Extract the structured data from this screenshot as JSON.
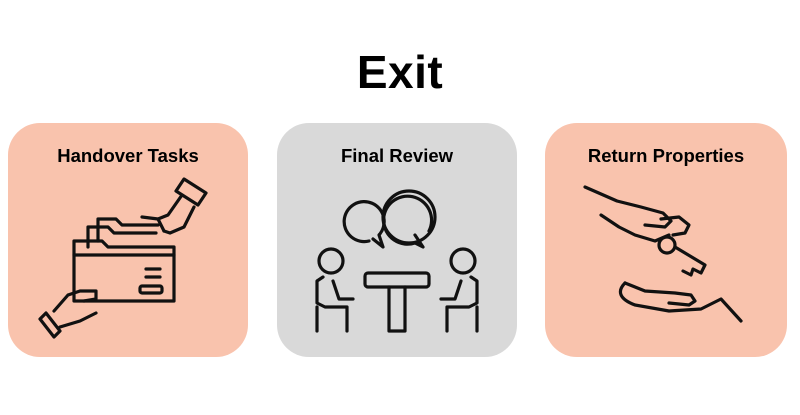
{
  "title": "Exit",
  "colors": {
    "peach": "#f9c3ad",
    "gray": "#d9d9d9",
    "text": "#000000"
  },
  "steps": [
    {
      "label": "Handover Tasks",
      "icon": "folder-handover-icon",
      "color": "#f9c3ad"
    },
    {
      "label": "Final Review",
      "icon": "meeting-review-icon",
      "color": "#d9d9d9"
    },
    {
      "label": "Return Properties",
      "icon": "key-return-icon",
      "color": "#f9c3ad"
    }
  ]
}
